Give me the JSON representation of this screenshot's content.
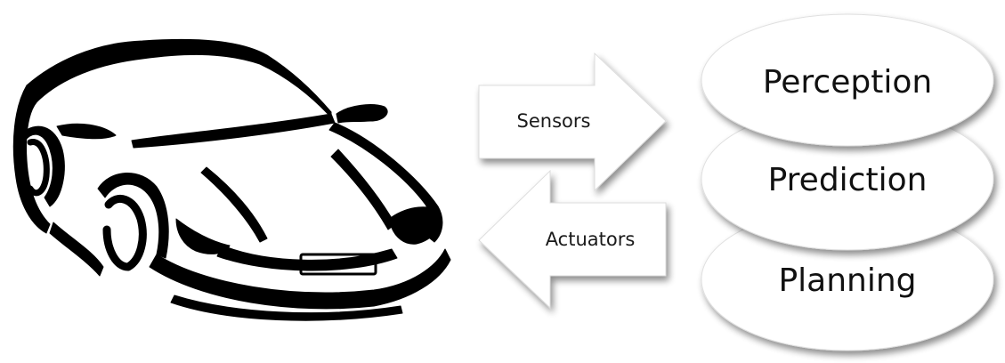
{
  "diagram": {
    "arrows": {
      "sensors": "Sensors",
      "actuators": "Actuators"
    },
    "stages": {
      "perception": "Perception",
      "prediction": "Prediction",
      "planning": "Planning"
    }
  },
  "colors": {
    "ink": "#000000",
    "shape_fill": "#ffffff",
    "shadow": "#8a8a8a"
  },
  "icons": {
    "vehicle": "car-icon"
  }
}
